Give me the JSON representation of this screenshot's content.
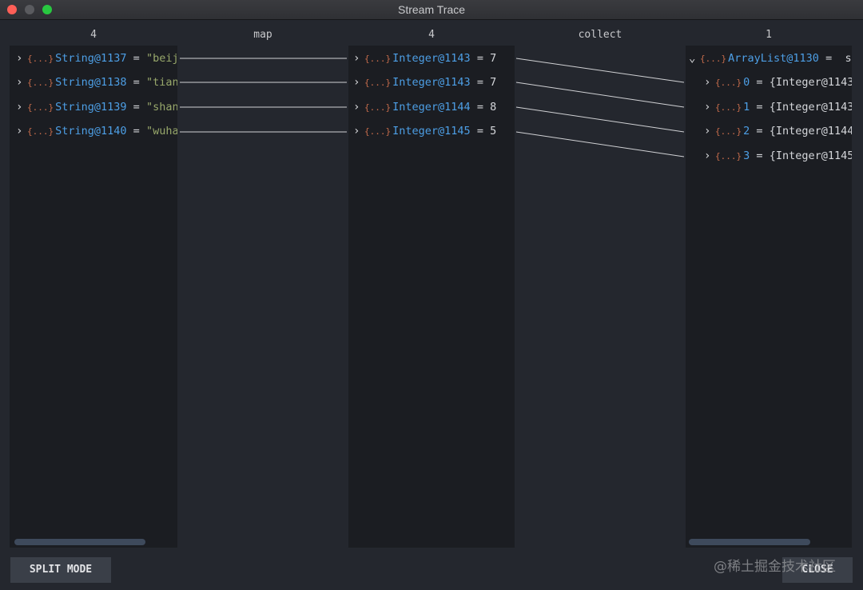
{
  "window": {
    "title": "Stream Trace"
  },
  "columns": [
    {
      "count": "4"
    },
    {
      "operation": "map"
    },
    {
      "count": "4"
    },
    {
      "operation": "collect"
    },
    {
      "count": "1"
    }
  ],
  "source_items": [
    {
      "name": "String@1137",
      "value": "\"beij"
    },
    {
      "name": "String@1138",
      "value": "\"tian"
    },
    {
      "name": "String@1139",
      "value": "\"shan"
    },
    {
      "name": "String@1140",
      "value": "\"wuha"
    }
  ],
  "map_items": [
    {
      "name": "Integer@1143",
      "value": "7"
    },
    {
      "name": "Integer@1143",
      "value": "7"
    },
    {
      "name": "Integer@1144",
      "value": "8"
    },
    {
      "name": "Integer@1145",
      "value": "5"
    }
  ],
  "collect_root": {
    "name": "ArrayList@1130",
    "value": "s"
  },
  "collect_items": [
    {
      "name": "0",
      "value": "{Integer@1143"
    },
    {
      "name": "1",
      "value": "{Integer@1143"
    },
    {
      "name": "2",
      "value": "{Integer@1144"
    },
    {
      "name": "3",
      "value": "{Integer@1145"
    }
  ],
  "common": {
    "equals": "=",
    "object_icon": "{...}",
    "chevron_right": "›",
    "chevron_down": "⌄"
  },
  "buttons": {
    "split_mode": "SPLIT MODE",
    "close": "CLOSE"
  },
  "watermark": "@稀土掘金技术社区",
  "colors": {
    "variable": "#4d9fe6",
    "string": "#98a86b",
    "object_icon": "#c56b4b",
    "background": "#24272e"
  }
}
